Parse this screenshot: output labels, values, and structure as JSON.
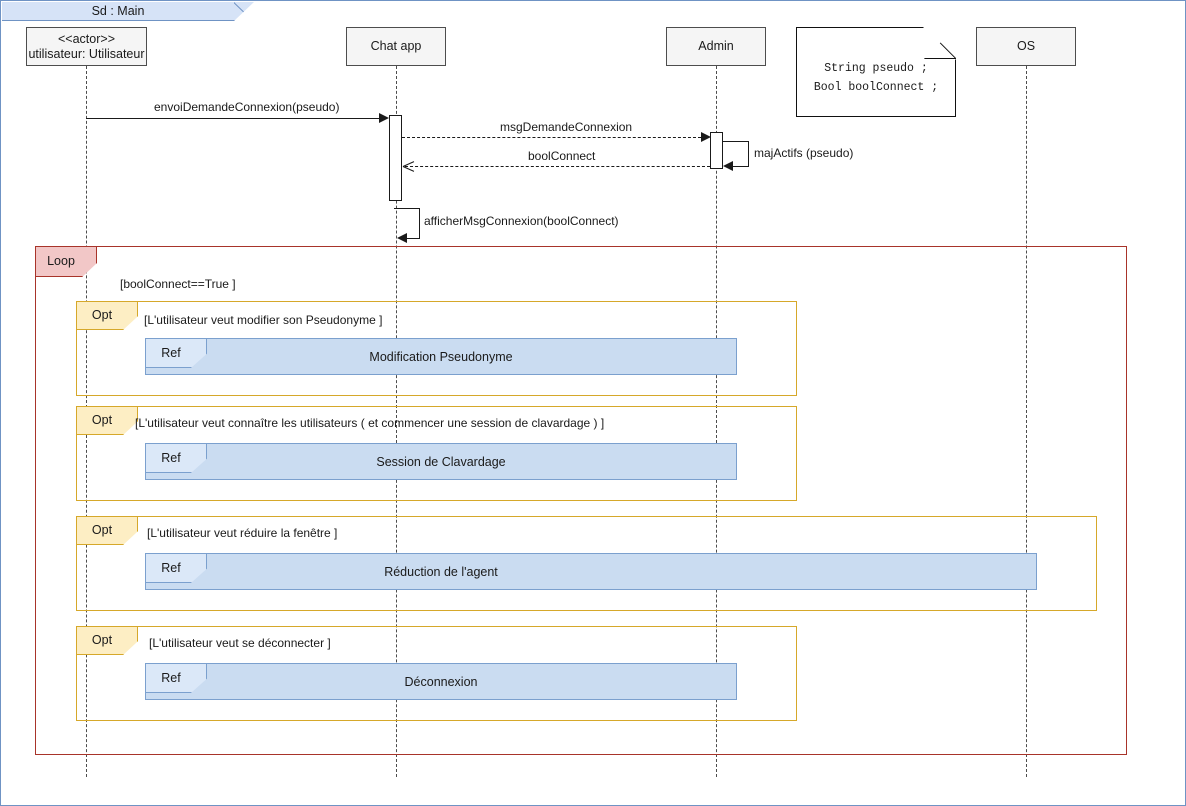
{
  "diagram": {
    "frame_label": "Sd :  Main",
    "lifelines": [
      {
        "name": "utilisateur",
        "line1": "<<actor>>",
        "line2": "utilisateur: Utilisateur"
      },
      {
        "name": "chat-app",
        "line1": "Chat app",
        "line2": ""
      },
      {
        "name": "admin",
        "line1": "Admin",
        "line2": ""
      },
      {
        "name": "os",
        "line1": "OS",
        "line2": ""
      }
    ],
    "note": {
      "text": "String pseudo ;\nBool boolConnect ;"
    },
    "messages": [
      {
        "name": "envoi-demande-connexion",
        "label": "envoiDemandeConnexion(pseudo)"
      },
      {
        "name": "msg-demande-connexion",
        "label": "msgDemandeConnexion"
      },
      {
        "name": "bool-connect",
        "label": "boolConnect"
      },
      {
        "name": "maj-actifs",
        "label": "majActifs (pseudo)"
      },
      {
        "name": "afficher-msg-connexion",
        "label": "afficherMsgConnexion(boolConnect)"
      }
    ],
    "fragments": [
      {
        "name": "loop-fragment",
        "operator": "Loop",
        "guard": "[boolConnect==True ]"
      },
      {
        "name": "opt-fragment-modification-pseudonyme",
        "operator": "Opt",
        "guard": "[L'utilisateur veut modifier son Pseudonyme ]",
        "ref": {
          "operator": "Ref",
          "title": "Modification Pseudonyme"
        }
      },
      {
        "name": "opt-fragment-session-clavardage",
        "operator": "Opt",
        "guard": "[L'utilisateur veut connaître les utilisateurs ( et commencer une session de clavardage ) ]",
        "ref": {
          "operator": "Ref",
          "title": "Session de Clavardage"
        }
      },
      {
        "name": "opt-fragment-reduction-agent",
        "operator": "Opt",
        "guard": "[L'utilisateur veut réduire la fenêtre ]",
        "ref": {
          "operator": "Ref",
          "title": "Réduction de l'agent"
        }
      },
      {
        "name": "opt-fragment-deconnexion",
        "operator": "Opt",
        "guard": "[L'utilisateur veut se déconnecter ]",
        "ref": {
          "operator": "Ref",
          "title": "Déconnexion"
        }
      }
    ],
    "colors": {
      "frame_header_fill": "#d6e3f7",
      "frame_border": "#6f93c4",
      "lifeline_fill": "#f5f5f5",
      "lifeline_border": "#4d4d4d",
      "loop_border": "#a8342a",
      "loop_tab_fill": "#f2c7c7",
      "opt_border": "#d6a82a",
      "opt_tab_fill": "#fdeec4",
      "ref_fill": "#cadcf1",
      "ref_tab_fill": "#dbe8f8",
      "ref_border": "#7ba0ce"
    }
  }
}
